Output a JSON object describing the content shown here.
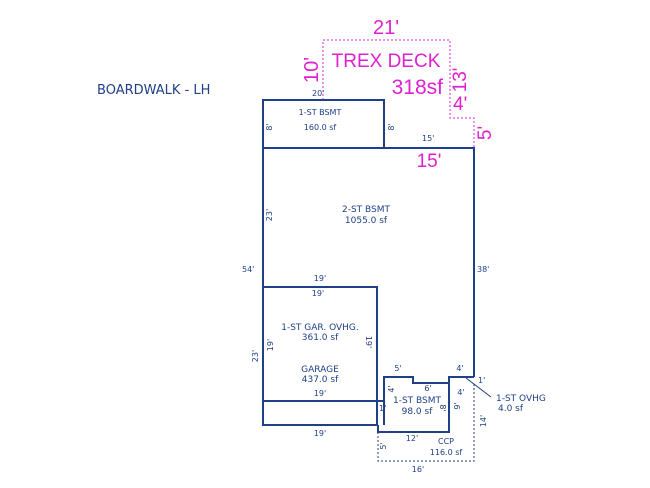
{
  "title": "BOARDWALK - LH",
  "deck": {
    "label": "TREX DECK",
    "area": "318sf",
    "dims": {
      "top": "21'",
      "left": "10'",
      "right_upper": "13'",
      "right_step": "4'",
      "right_lower": "5'",
      "bottom": "15'"
    }
  },
  "areas": [
    {
      "name": "1-ST BSMT",
      "area": "160.0 sf"
    },
    {
      "name": "2-ST BSMT",
      "area": "1055.0 sf"
    },
    {
      "name": "1-ST GAR. OVHG.",
      "area": "361.0 sf"
    },
    {
      "name": "GARAGE",
      "area": "437.0 sf"
    },
    {
      "name": "1-ST BSMT",
      "area": "98.0 sf"
    },
    {
      "name": "CCP",
      "area": "116.0 sf"
    },
    {
      "name": "1-ST OVHG",
      "area": "4.0 sf"
    }
  ],
  "dims": {
    "bsmt_top": "20'",
    "bsmt_left": "8'",
    "bsmt_right": "8'",
    "bsmt_15": "15'",
    "left_23": "23'",
    "left_54": "54'",
    "right_38": "38'",
    "gar_top_outer": "19'",
    "gar_top_inner": "19'",
    "gar_left": "19'",
    "gar_right": "19'",
    "gar_bottom": "19'",
    "lower_left": "23'",
    "bottom": "19'",
    "sb_5": "5'",
    "sb_4top": "4'",
    "sb_1r": "1'",
    "sb_4": "4'",
    "sb_6": "6'",
    "sb_4b": "4'",
    "sb_1": "1'",
    "sb_8": "8'",
    "sb_9": "9'",
    "ccp_12": "12'",
    "ccp_5": "5'",
    "ccp_14": "14'",
    "ccp_16": "16'"
  },
  "colors": {
    "walls": "#1f3f86",
    "deck": "#e020d0"
  }
}
